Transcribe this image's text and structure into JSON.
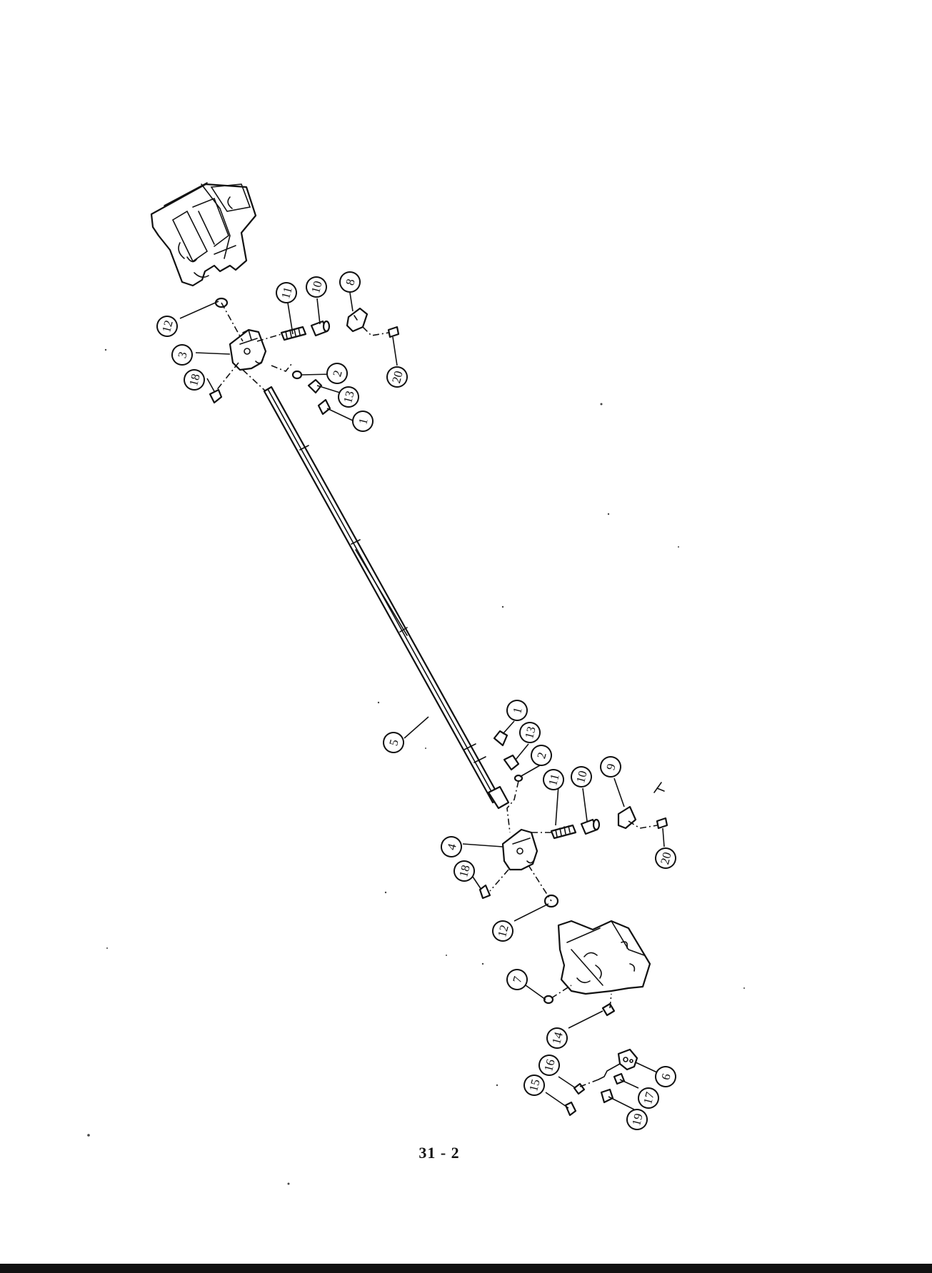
{
  "page": {
    "page_number": "31 - 2"
  },
  "callouts": [
    {
      "key": "c12a",
      "label": "12"
    },
    {
      "key": "c3",
      "label": "3"
    },
    {
      "key": "c18a",
      "label": "18"
    },
    {
      "key": "c11a",
      "label": "11"
    },
    {
      "key": "c10a",
      "label": "10"
    },
    {
      "key": "c8",
      "label": "8"
    },
    {
      "key": "c20a",
      "label": "20"
    },
    {
      "key": "c2a",
      "label": "2"
    },
    {
      "key": "c13a",
      "label": "13"
    },
    {
      "key": "c1a",
      "label": "1"
    },
    {
      "key": "c5",
      "label": "5"
    },
    {
      "key": "c1b",
      "label": "1"
    },
    {
      "key": "c13b",
      "label": "13"
    },
    {
      "key": "c2b",
      "label": "2"
    },
    {
      "key": "c11b",
      "label": "11"
    },
    {
      "key": "c10b",
      "label": "10"
    },
    {
      "key": "c9",
      "label": "9"
    },
    {
      "key": "c20b",
      "label": "20"
    },
    {
      "key": "c4",
      "label": "4"
    },
    {
      "key": "c18b",
      "label": "18"
    },
    {
      "key": "c12b",
      "label": "12"
    },
    {
      "key": "c7",
      "label": "7"
    },
    {
      "key": "c14",
      "label": "14"
    },
    {
      "key": "c16",
      "label": "16"
    },
    {
      "key": "c15",
      "label": "15"
    },
    {
      "key": "c6",
      "label": "6"
    },
    {
      "key": "c17",
      "label": "17"
    },
    {
      "key": "c19",
      "label": "19"
    }
  ],
  "colors": {
    "ink": "#111111",
    "paper": "#ffffff"
  }
}
